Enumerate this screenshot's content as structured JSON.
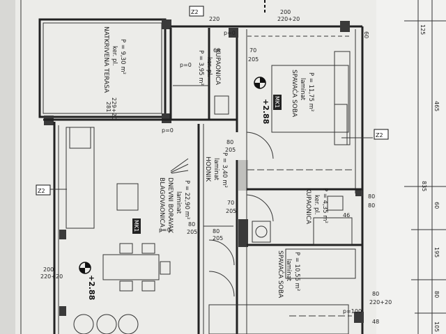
{
  "rooms": {
    "terasa": {
      "name": "NATKRIVENA TERASA",
      "floor": "ker. pl.",
      "area": "P = 9,30 m²"
    },
    "kupaonica1": {
      "name": "KUPAONICA",
      "floor": "ker. pl.",
      "area": "P = 3,95 m²"
    },
    "spavaca1": {
      "name": "SPAVAĆA SOBA",
      "floor": "laminat",
      "area": "P = 11,75 m²"
    },
    "hodnik": {
      "name": "HODNIK",
      "floor": "laminat",
      "area": "P = 3,40 m²"
    },
    "kupaonica2": {
      "name": "KUPAONICA",
      "floor": "ker. pl.",
      "area": "P = 4,35 m²"
    },
    "dnevni": {
      "name1": "BLAGOVAONICA i",
      "name2": "DNEVNI BORAVAK",
      "floor": "laminat",
      "area": "P = 22,90 m²"
    },
    "spavaca2": {
      "name": "SPAVAĆA SOBA",
      "floor": "laminat",
      "area": "P = 10,55 m²"
    }
  },
  "tags": {
    "z2_top": "Z2",
    "z2_right": "Z2",
    "z2_left": "Z2",
    "mk1_a": "MK1",
    "mk1_b": "MK1",
    "level_a": "+2.88",
    "level_b": "+2.88"
  },
  "dims": {
    "p0_a": "p=0",
    "p0_b": "p=0",
    "p0_c": "p=0",
    "p0_d": "p=0",
    "d60_top": "60",
    "d220_top": "220",
    "d200_top": "200",
    "d220x20_top": "220+20",
    "d70a": "70",
    "d205a": "205",
    "d80a": "80",
    "d205b": "205",
    "d70b": "70",
    "d205c": "205",
    "d80b": "80",
    "d205d": "205",
    "d80c": "80",
    "d205e": "205",
    "d281": "281",
    "d229x20": "229+20",
    "d200_left": "200",
    "d220x20_left": "220+20",
    "d60_right": "60",
    "d80_r1": "80",
    "d80_r2": "80",
    "d46": "46",
    "d80_r3": "80",
    "d220x20_r": "220+20",
    "d100": "p=100",
    "d48": "48",
    "ruler_125": "125",
    "ruler_465": "465",
    "ruler_835": "835",
    "ruler_60": "60",
    "ruler_195": "195",
    "ruler_80": "80",
    "ruler_105": "105"
  }
}
